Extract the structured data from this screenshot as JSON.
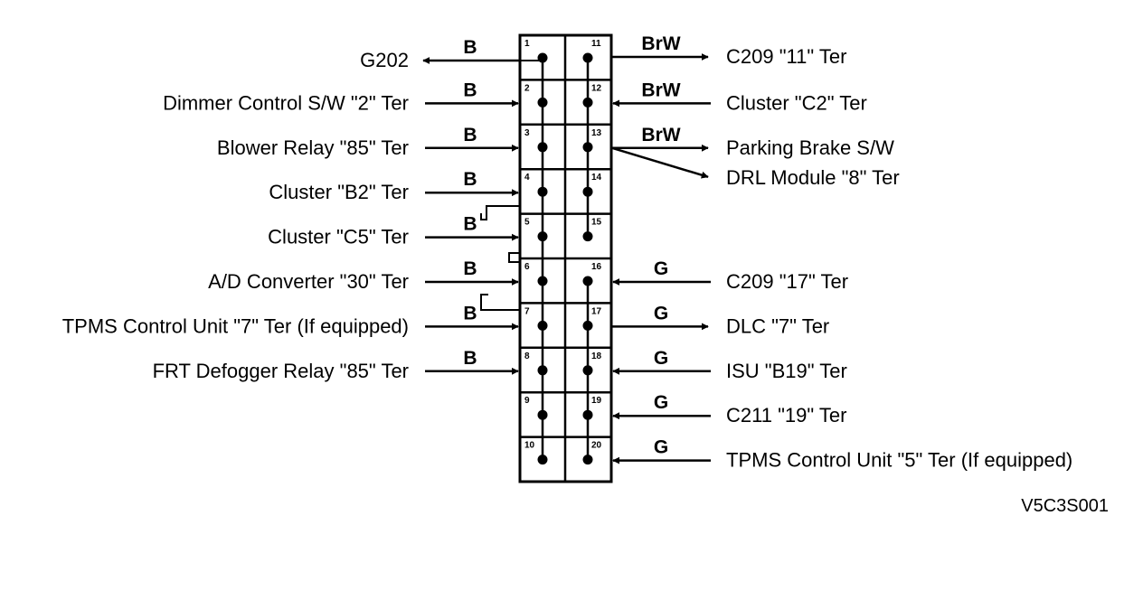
{
  "connector": {
    "pins_left": [
      "1",
      "2",
      "3",
      "4",
      "5",
      "6",
      "7",
      "8",
      "9",
      "10"
    ],
    "pins_right": [
      "11",
      "12",
      "13",
      "14",
      "15",
      "16",
      "17",
      "18",
      "19",
      "20"
    ]
  },
  "left_wires": [
    {
      "pin": "1",
      "color": "B",
      "label": "G202",
      "dir": "out"
    },
    {
      "pin": "2",
      "color": "B",
      "label": "Dimmer Control S/W \"2\" Ter",
      "dir": "in"
    },
    {
      "pin": "3",
      "color": "B",
      "label": "Blower Relay \"85\" Ter",
      "dir": "in"
    },
    {
      "pin": "4",
      "color": "B",
      "label": "Cluster \"B2\" Ter",
      "dir": "in"
    },
    {
      "pin": "5",
      "color": "B",
      "label": "Cluster \"C5\" Ter",
      "dir": "in"
    },
    {
      "pin": "6",
      "color": "B",
      "label": "A/D Converter \"30\" Ter",
      "dir": "in"
    },
    {
      "pin": "7",
      "color": "B",
      "label": "TPMS Control Unit \"7\" Ter (If equipped)",
      "dir": "in"
    },
    {
      "pin": "8",
      "color": "B",
      "label": "FRT Defogger Relay \"85\" Ter",
      "dir": "in"
    }
  ],
  "right_wires": [
    {
      "pin": "11",
      "color": "BrW",
      "labels": [
        "C209 \"11\" Ter"
      ],
      "dir": "out"
    },
    {
      "pin": "12",
      "color": "BrW",
      "labels": [
        "Cluster \"C2\" Ter"
      ],
      "dir": "in"
    },
    {
      "pin": "13",
      "color": "BrW",
      "labels": [
        "Parking Brake S/W",
        "DRL Module \"8\" Ter"
      ],
      "dir": "out"
    },
    {
      "pin": "16",
      "color": "G",
      "labels": [
        "C209 \"17\" Ter"
      ],
      "dir": "in"
    },
    {
      "pin": "17",
      "color": "G",
      "labels": [
        "DLC \"7\" Ter"
      ],
      "dir": "out"
    },
    {
      "pin": "18",
      "color": "G",
      "labels": [
        "ISU \"B19\" Ter"
      ],
      "dir": "in"
    },
    {
      "pin": "19",
      "color": "G",
      "labels": [
        "C211 \"19\" Ter"
      ],
      "dir": "in"
    },
    {
      "pin": "20",
      "color": "G",
      "labels": [
        "TPMS Control Unit \"5\" Ter (If equipped)"
      ],
      "dir": "in"
    }
  ],
  "figure_code": "V5C3S001"
}
